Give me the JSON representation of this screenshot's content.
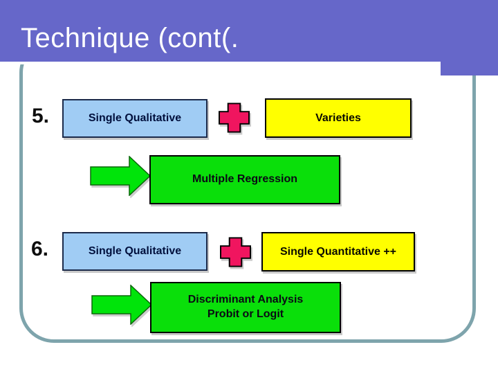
{
  "header": {
    "title": "Technique (cont(."
  },
  "items": [
    {
      "number": "5.",
      "source": "Single Qualitative",
      "target": "Varieties",
      "method_line1": "Multiple Regression",
      "method_line2": ""
    },
    {
      "number": "6.",
      "source": "Single Qualitative",
      "target": "Single Quantitative ++",
      "method_line1": "Discriminant Analysis",
      "method_line2": "Probit or Logit"
    }
  ],
  "icons": {
    "plus": "plus-icon",
    "arrow": "arrow-right-icon"
  },
  "colors": {
    "header_purple": "#6667C9",
    "frame_teal": "#7EA4AC",
    "source_blue": "#A0CCF4",
    "target_yellow": "#FFFF00",
    "plus_pink": "#F0155F",
    "method_green": "#0ADF0A",
    "arrow_green": "#00E40A",
    "title_white": "#FFFFFF"
  }
}
